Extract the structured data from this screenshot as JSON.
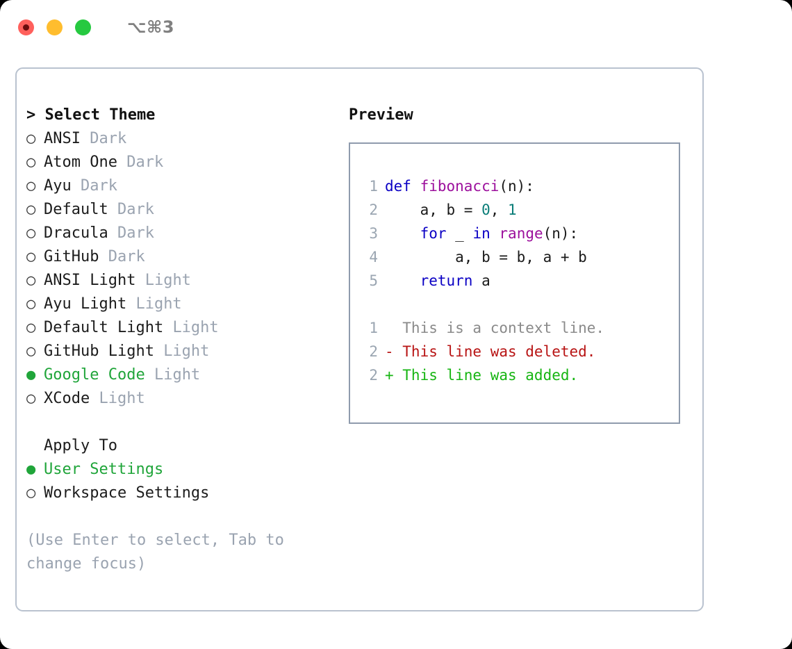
{
  "titlebar": {
    "shortcut": "⌥⌘3",
    "buttons": [
      {
        "name": "close",
        "color": "#ff605c"
      },
      {
        "name": "minimize",
        "color": "#ffbd2e"
      },
      {
        "name": "maximize",
        "color": "#26c940"
      }
    ]
  },
  "accent_color": "#20a53a",
  "muted_color": "#9aa3b0",
  "theme_picker": {
    "header": "> Select Theme",
    "options": [
      {
        "marker": "○",
        "name": "ANSI",
        "category": "Dark",
        "selected": false
      },
      {
        "marker": "○",
        "name": "Atom One",
        "category": "Dark",
        "selected": false
      },
      {
        "marker": "○",
        "name": "Ayu",
        "category": "Dark",
        "selected": false
      },
      {
        "marker": "○",
        "name": "Default",
        "category": "Dark",
        "selected": false
      },
      {
        "marker": "○",
        "name": "Dracula",
        "category": "Dark",
        "selected": false
      },
      {
        "marker": "○",
        "name": "GitHub",
        "category": "Dark",
        "selected": false
      },
      {
        "marker": "○",
        "name": "ANSI Light",
        "category": "Light",
        "selected": false
      },
      {
        "marker": "○",
        "name": "Ayu Light",
        "category": "Light",
        "selected": false
      },
      {
        "marker": "○",
        "name": "Default Light",
        "category": "Light",
        "selected": false
      },
      {
        "marker": "○",
        "name": "GitHub Light",
        "category": "Light",
        "selected": false
      },
      {
        "marker": "●",
        "name": "Google Code",
        "category": "Light",
        "selected": true
      },
      {
        "marker": "○",
        "name": "XCode",
        "category": "Light",
        "selected": false
      }
    ]
  },
  "apply_to": {
    "title": "Apply To",
    "options": [
      {
        "marker": "●",
        "label": "User Settings",
        "selected": true
      },
      {
        "marker": "○",
        "label": "Workspace Settings",
        "selected": false
      }
    ]
  },
  "hint": "(Use Enter to select, Tab to change focus)",
  "preview": {
    "label": "Preview",
    "code_lines": [
      {
        "no": "1",
        "segments": [
          {
            "t": "def ",
            "c": "kw"
          },
          {
            "t": "fibonacci",
            "c": "fn"
          },
          {
            "t": "(n):",
            "c": "txt"
          }
        ]
      },
      {
        "no": "2",
        "segments": [
          {
            "t": "    a, b = ",
            "c": "txt"
          },
          {
            "t": "0",
            "c": "num"
          },
          {
            "t": ", ",
            "c": "txt"
          },
          {
            "t": "1",
            "c": "num"
          }
        ]
      },
      {
        "no": "3",
        "segments": [
          {
            "t": "    ",
            "c": "txt"
          },
          {
            "t": "for",
            "c": "kw"
          },
          {
            "t": " _ ",
            "c": "txt"
          },
          {
            "t": "in",
            "c": "kw"
          },
          {
            "t": " ",
            "c": "txt"
          },
          {
            "t": "range",
            "c": "fn"
          },
          {
            "t": "(n):",
            "c": "txt"
          }
        ]
      },
      {
        "no": "4",
        "segments": [
          {
            "t": "        a, b = b, a + b",
            "c": "txt"
          }
        ]
      },
      {
        "no": "5",
        "segments": [
          {
            "t": "    ",
            "c": "txt"
          },
          {
            "t": "return",
            "c": "kw"
          },
          {
            "t": " a",
            "c": "txt"
          }
        ]
      }
    ],
    "diff_lines": [
      {
        "no": "1",
        "prefix": "  ",
        "text": "This is a context line.",
        "kind": "ctx"
      },
      {
        "no": "2",
        "prefix": "- ",
        "text": "This line was deleted.",
        "kind": "del"
      },
      {
        "no": "2",
        "prefix": "+ ",
        "text": "This line was added.",
        "kind": "add"
      }
    ]
  }
}
